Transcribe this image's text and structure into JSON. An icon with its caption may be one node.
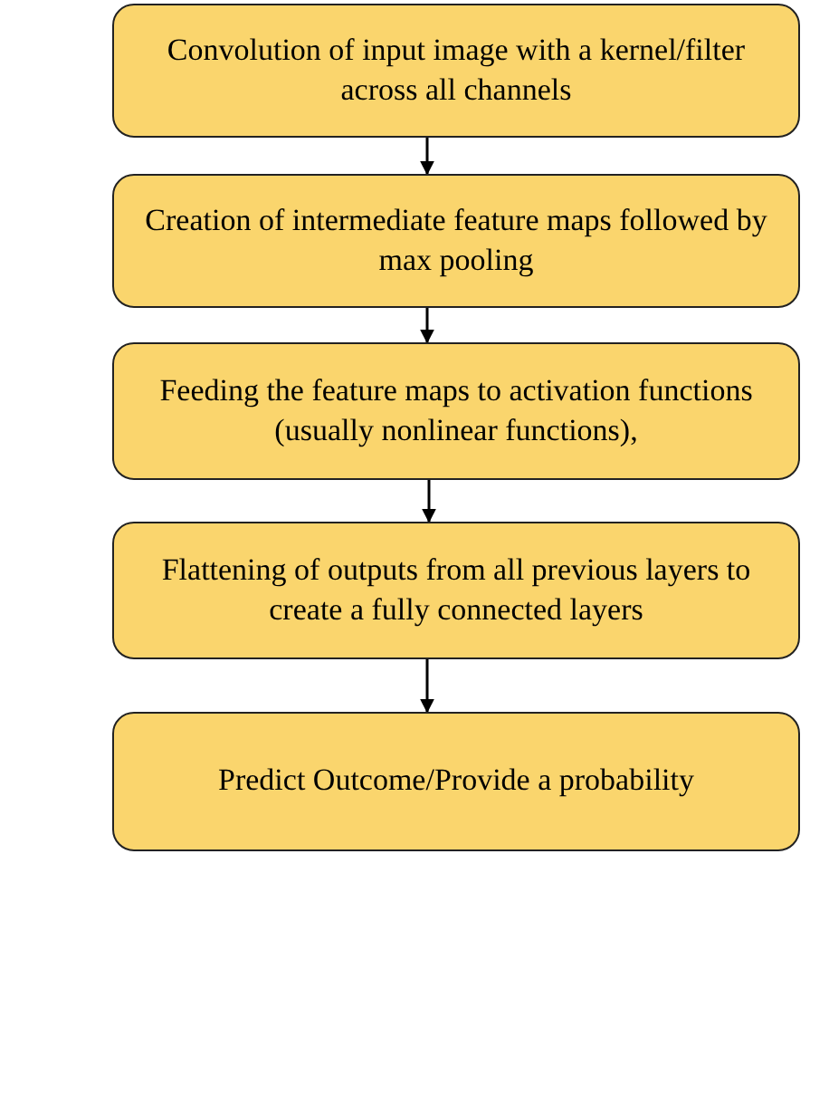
{
  "diagram": {
    "nodes": [
      {
        "text": [
          "Convolution of input image with a kernel/filter across all channels"
        ]
      },
      {
        "text": [
          "Creation of intermediate feature maps followed by max pooling"
        ]
      },
      {
        "text": [
          "Feeding the feature maps to activation functions (usually nonlinear functions),"
        ]
      },
      {
        "text": [
          "Flattening of outputs from all previous layers to create a fully connected layers"
        ]
      },
      {
        "text": [
          "Predict Outcome/Provide a probability"
        ]
      }
    ],
    "edges": [
      {
        "from": 0,
        "to": 1,
        "arrow": "to"
      },
      {
        "from": 1,
        "to": 2,
        "arrow": "to"
      },
      {
        "from": 2,
        "to": 3,
        "arrow": "to"
      },
      {
        "from": 3,
        "to": 4,
        "arrow": "to"
      }
    ]
  }
}
